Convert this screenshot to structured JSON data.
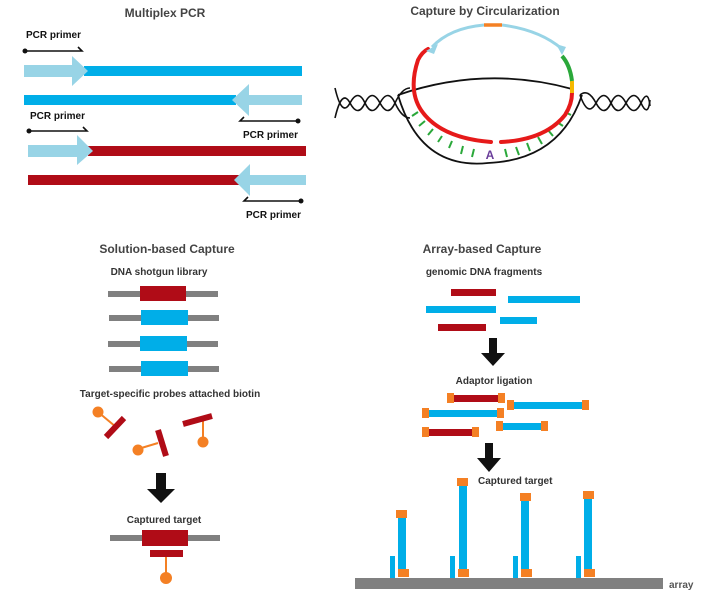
{
  "colors": {
    "blue": "#00aee8",
    "light_blue": "#98d4e6",
    "dark_red": "#b00c17",
    "red": "#e61a1a",
    "orange": "#f48024",
    "green": "#2aa83a",
    "yellow": "#f5b800",
    "gray": "#808080",
    "purple": "#6a3d9a",
    "black": "#111111"
  },
  "panels": {
    "multiplex_pcr": {
      "title": "Multiplex PCR",
      "primer_labels": [
        "PCR primer",
        "PCR primer",
        "PCR primer",
        "PCR primer"
      ]
    },
    "circularization": {
      "title": "Capture by Circularization",
      "site_label": "A"
    },
    "solution_capture": {
      "title": "Solution-based Capture",
      "library_label": "DNA shotgun library",
      "probes_label": "Target-specific probes attached biotin",
      "result_label": "Captured target"
    },
    "array_capture": {
      "title": "Array-based Capture",
      "fragments_label": "genomic DNA fragments",
      "ligation_label": "Adaptor ligation",
      "result_label": "Captured target",
      "array_label": "array"
    }
  }
}
